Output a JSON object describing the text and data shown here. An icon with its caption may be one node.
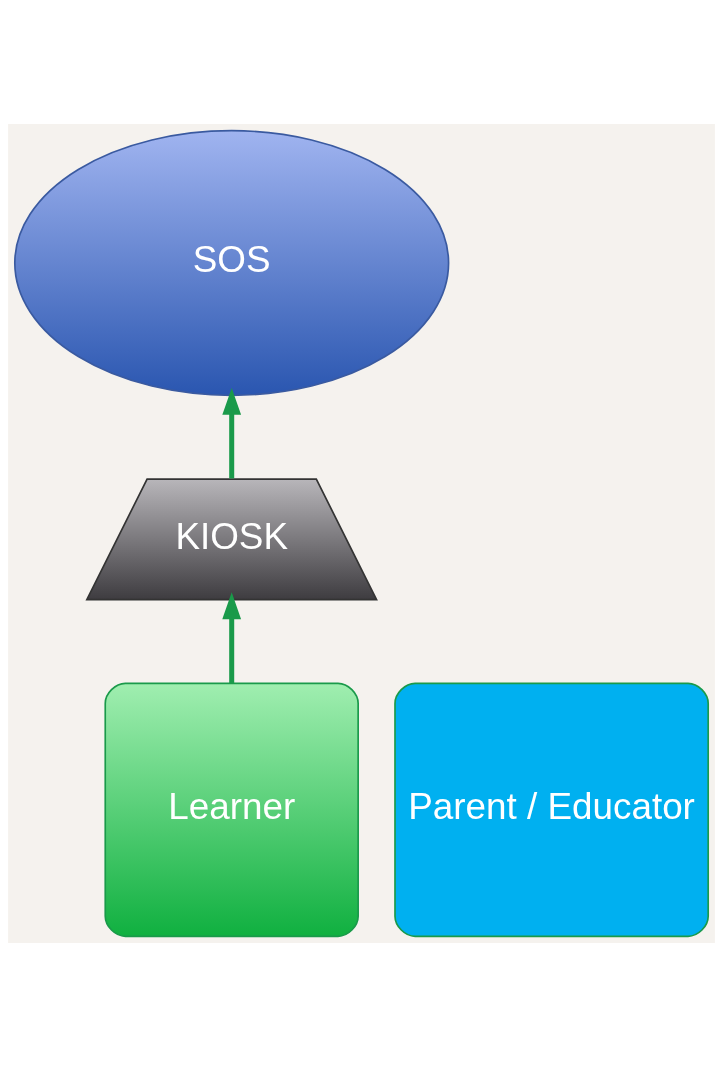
{
  "diagram": {
    "nodes": [
      {
        "text": [
          "SOS"
        ]
      },
      {
        "text": [
          "KIOSK"
        ]
      },
      {
        "text": [
          "Parent / Educator"
        ]
      },
      {
        "text": [
          "Learner"
        ]
      }
    ],
    "edges": [
      {
        "from": 3,
        "to": 1,
        "arrow": "to"
      },
      {
        "from": 1,
        "to": 0,
        "arrow": "to"
      }
    ]
  }
}
